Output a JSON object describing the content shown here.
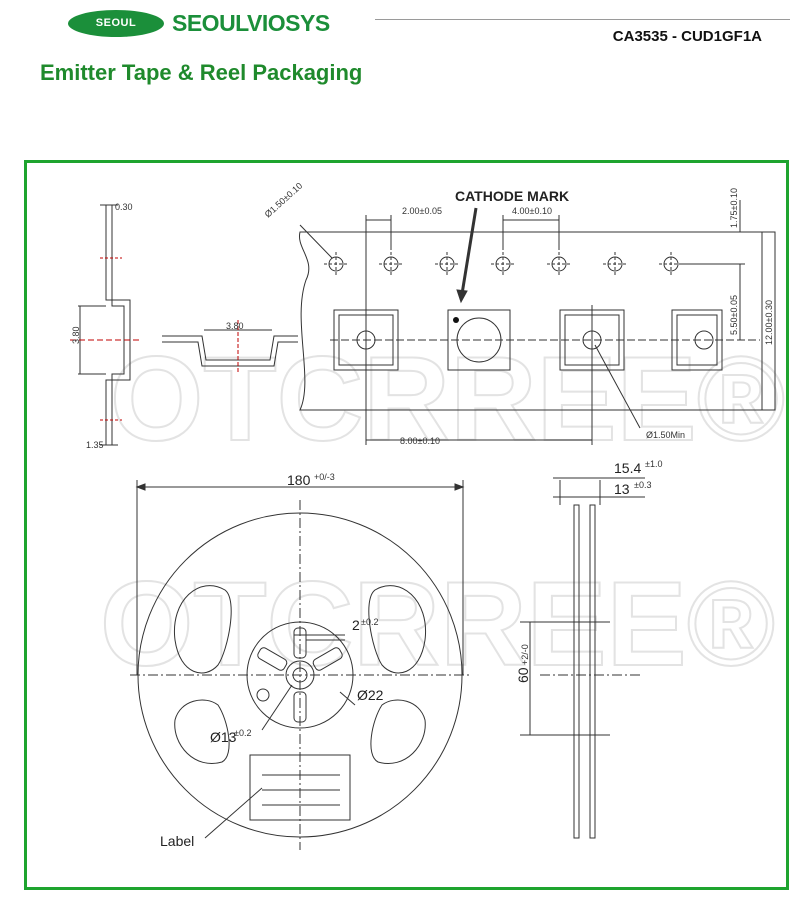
{
  "header": {
    "logo_badge": "SEOUL",
    "logo_text": "SEOULVIOSYS",
    "part_number": "CA3535 - CUD1GF1A",
    "title": "Emitter Tape & Reel Packaging"
  },
  "watermark": {
    "text": "OTCRREE®"
  },
  "tape_drawing": {
    "cathode_mark": "CATHODE MARK",
    "dim_thickness": "0.30",
    "dim_pocket_depth": "3.80",
    "dim_pocket_width": "3.80",
    "dim_overall_thickness": "1.35",
    "dim_sprocket_dia": "Ø1.50±0.10",
    "dim_hole_pitch_a": "2.00±0.05",
    "dim_hole_pitch_b": "4.00±0.10",
    "dim_edge": "1.75±0.10",
    "dim_pocket_offset": "5.50±0.05",
    "dim_tape_width": "12.00±0.30",
    "dim_pocket_pitch": "8.00±0.10",
    "dim_pocket_hole": "Ø1.50Min"
  },
  "reel_drawing": {
    "dim_diameter": "180",
    "dim_diameter_tol": "+0/-3",
    "dim_slot": "2",
    "dim_slot_tol": "±0.2",
    "dim_hub": "Ø22",
    "dim_arbor": "Ø13",
    "dim_arbor_tol": "±0.2",
    "label_text": "Label",
    "dim_outer_width": "15.4",
    "dim_outer_width_tol": "±1.0",
    "dim_inner_width": "13",
    "dim_inner_width_tol": "±0.3",
    "dim_hub_dia": "60",
    "dim_hub_dia_tol": "+2/-0"
  }
}
